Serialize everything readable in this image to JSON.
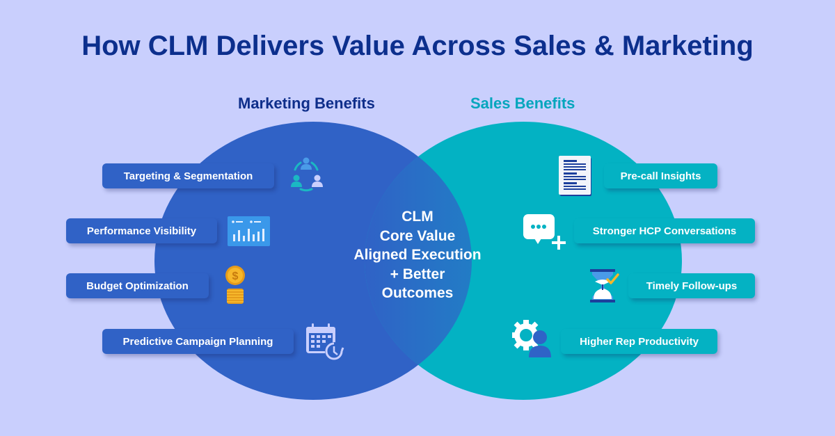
{
  "title": "How CLM Delivers Value Across Sales & Marketing",
  "colors": {
    "background": "#c9cffd",
    "title": "#0c2f8d",
    "marketing_circle": "#3062c6",
    "sales_circle": "#03b2c3",
    "marketing_heading": "#0e2e8a",
    "sales_heading": "#05a6bd",
    "pill_text": "#ffffff"
  },
  "marketing": {
    "heading": "Marketing Benefits",
    "items": [
      {
        "label": "Targeting & Segmentation",
        "icon": "people-network-icon"
      },
      {
        "label": "Performance Visibility",
        "icon": "dashboard-chart-icon"
      },
      {
        "label": "Budget Optimization",
        "icon": "coin-stack-icon"
      },
      {
        "label": "Predictive Campaign Planning",
        "icon": "calendar-clock-icon"
      }
    ]
  },
  "sales": {
    "heading": "Sales Benefits",
    "items": [
      {
        "label": "Pre-call Insights",
        "icon": "document-icon"
      },
      {
        "label": "Stronger HCP Conversations",
        "icon": "chat-plus-icon"
      },
      {
        "label": "Timely Follow-ups",
        "icon": "hourglass-check-icon"
      },
      {
        "label": "Higher Rep Productivity",
        "icon": "gear-person-icon"
      }
    ]
  },
  "overlap": {
    "lines": [
      "CLM",
      "Core Value",
      "Aligned Execution",
      "+ Better",
      "Outcomes"
    ]
  }
}
